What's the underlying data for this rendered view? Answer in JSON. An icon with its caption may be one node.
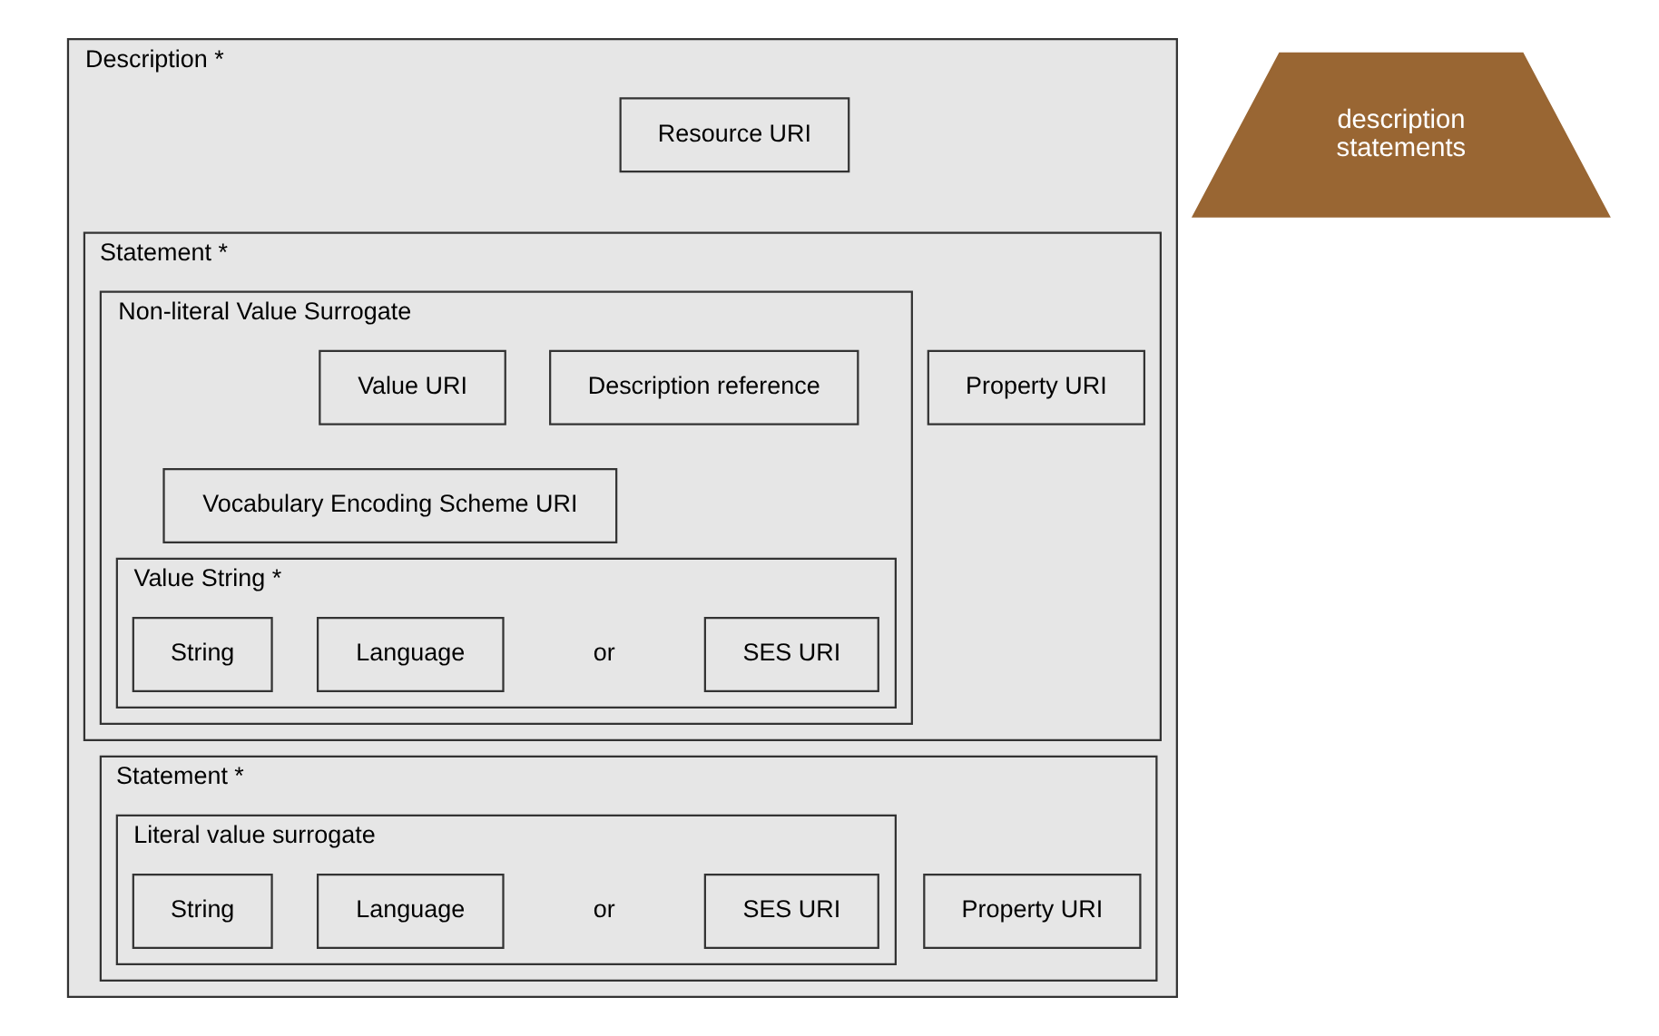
{
  "diagram": {
    "nodes": [
      {
        "text": [
          "Description *"
        ]
      },
      {
        "text": [
          "Resource URI"
        ],
        "in": 0
      },
      {
        "text": [
          "Statement *"
        ],
        "in": 0
      },
      {
        "text": [
          "Property URI"
        ],
        "in": 2
      },
      {
        "text": [
          "Non-literal Value Surrogate"
        ],
        "in": 2
      },
      {
        "text": [
          "Value URI"
        ],
        "in": 4
      },
      {
        "text": [
          "Description reference"
        ],
        "in": 4
      },
      {
        "text": [
          "Vocabulary Encoding Scheme URI"
        ],
        "in": 4
      },
      {
        "text": [
          "Value String *"
        ],
        "in": 4
      },
      {
        "text": [
          "String"
        ],
        "in": 8
      },
      {
        "text": [
          "Language"
        ],
        "in": 8
      },
      {
        "text": [
          "SES URI"
        ],
        "in": 8
      },
      {
        "text": [
          "Statement *"
        ],
        "in": 0
      },
      {
        "text": [
          "Property URI"
        ],
        "in": 12
      },
      {
        "text": [
          "Literal value surrogate"
        ],
        "in": 12
      },
      {
        "text": [
          "String"
        ],
        "in": 14
      },
      {
        "text": [
          "Language"
        ],
        "in": 14
      },
      {
        "text": [
          "SES URI"
        ],
        "in": 14
      },
      {
        "text": [
          "description",
          "statements"
        ]
      }
    ],
    "edges": [],
    "labels": [
      "or",
      "or"
    ]
  }
}
